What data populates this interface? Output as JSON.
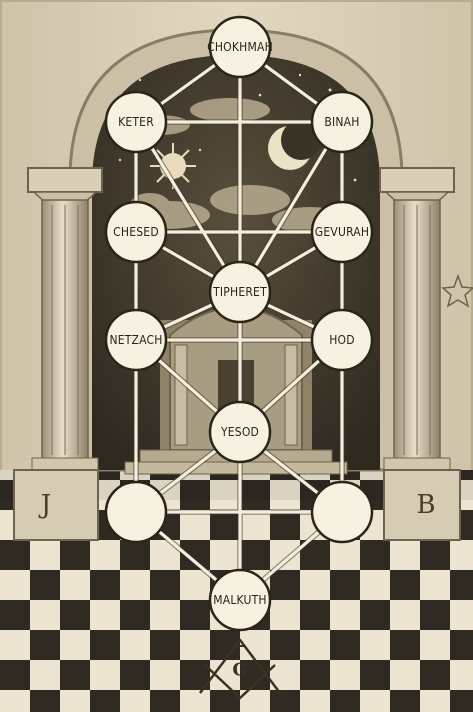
{
  "sephirot": {
    "chokhmah": "CHOKHMAH",
    "keter": "KETER",
    "binah": "BINAH",
    "chesed": "CHESED",
    "gevurah": "GEVURAH",
    "tiphereth": "TIPHERET",
    "netzach": "NETZACH",
    "hod": "HOD",
    "yesod": "YESOD",
    "unlabeled_left": "",
    "unlabeled_right": "",
    "malkuth": "MALKUTH"
  },
  "pillars": {
    "left_letter": "J",
    "right_letter": "B"
  },
  "emblem": {
    "letter": "G",
    "icon": "square-and-compasses-icon"
  },
  "colors": {
    "background": "#efe8da",
    "node_fill": "#f7f1e2",
    "ink": "#2b2417",
    "sky": "#3a3428"
  }
}
